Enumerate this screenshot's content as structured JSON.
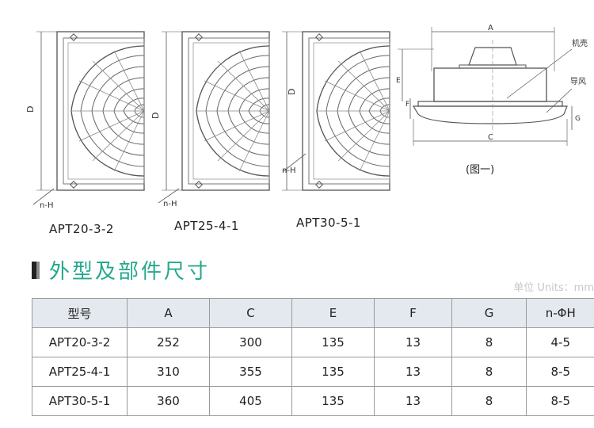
{
  "drawings": {
    "dim_labels": {
      "d": "D",
      "nh": "n-H",
      "a": "A",
      "c": "C",
      "e": "E",
      "f": "F",
      "g": "G",
      "label_1": "机壳",
      "label_2": "导风"
    },
    "models": [
      "APT20-3-2",
      "APT25-4-1",
      "APT30-5-1"
    ],
    "figure_caption": "(图一)"
  },
  "section": {
    "title": "外型及部件尺寸",
    "units": "单位 Units：mm"
  },
  "table": {
    "headers": [
      "型号",
      "A",
      "C",
      "E",
      "F",
      "G",
      "n-ΦH"
    ],
    "rows": [
      [
        "APT20-3-2",
        "252",
        "300",
        "135",
        "13",
        "8",
        "4-5"
      ],
      [
        "APT25-4-1",
        "310",
        "355",
        "135",
        "13",
        "8",
        "8-5"
      ],
      [
        "APT30-5-1",
        "360",
        "405",
        "135",
        "13",
        "8",
        "8-5"
      ]
    ]
  },
  "colors": {
    "title_accent": "#24a88c",
    "table_header_bg": "#e4e9ef",
    "units_text": "#c8c8c8"
  }
}
